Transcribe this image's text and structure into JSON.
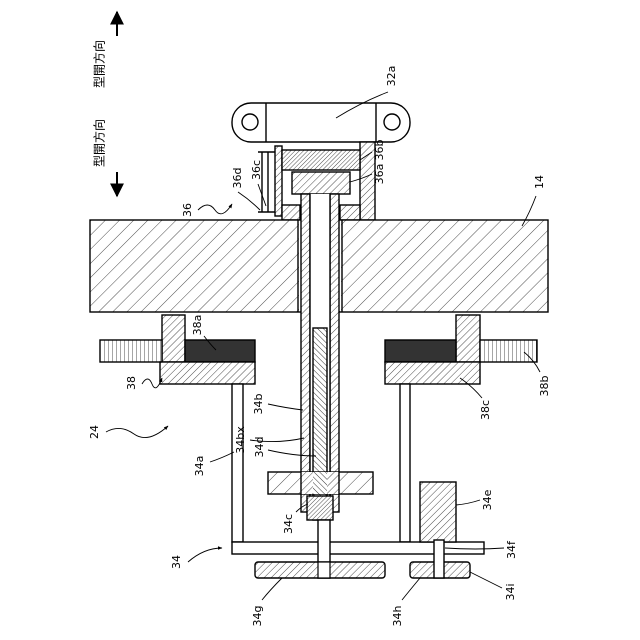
{
  "directions": {
    "upper": "型開方向",
    "lower": "型開方向"
  },
  "refs": {
    "r32a": "32a",
    "r36a": "36a",
    "r36b": "36b",
    "r36c": "36c",
    "r36d": "36d",
    "r36": "36",
    "r14": "14",
    "r38a": "38a",
    "r38": "38",
    "r38b": "38b",
    "r38c": "38c",
    "r24": "24",
    "r34b": "34b",
    "r34bx": "34bx",
    "r34d": "34d",
    "r34a": "34a",
    "r34c": "34c",
    "r34e": "34e",
    "r34f": "34f",
    "r34": "34",
    "r34g": "34g",
    "r34h": "34h",
    "r34i": "34i"
  },
  "colors": {
    "line": "#000000",
    "dark_block": "#333333",
    "background": "#ffffff"
  }
}
